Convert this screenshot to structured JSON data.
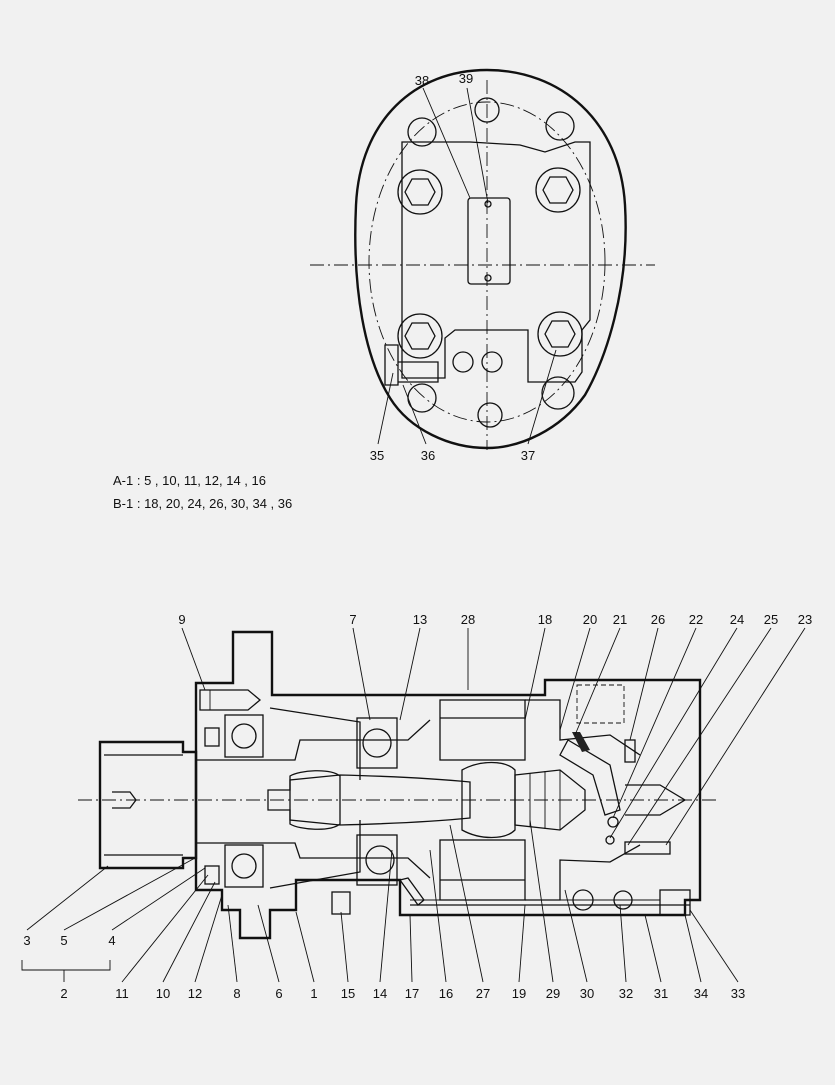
{
  "legend": {
    "line1": "A-1 : 5 , 10, 11, 12, 14 , 16",
    "line2": "B-1 : 18, 20, 24, 26, 30, 34 , 36"
  },
  "top_view": {
    "labels": {
      "p38": "38",
      "p39": "39",
      "p35": "35",
      "p36": "36",
      "p37": "37"
    }
  },
  "section_view": {
    "top_labels": {
      "p9": "9",
      "p7": "7",
      "p13": "13",
      "p28": "28",
      "p18": "18",
      "p20": "20",
      "p21": "21",
      "p26": "26",
      "p22": "22",
      "p24": "24",
      "p25": "25",
      "p23": "23"
    },
    "bottom_labels": {
      "p3": "3",
      "p5": "5",
      "p4": "4",
      "p2": "2",
      "p11": "11",
      "p10": "10",
      "p12": "12",
      "p8": "8",
      "p6": "6",
      "p1": "1",
      "p15": "15",
      "p14": "14",
      "p17": "17",
      "p16": "16",
      "p27": "27",
      "p19": "19",
      "p29": "29",
      "p30": "30",
      "p32": "32",
      "p31": "31",
      "p34": "34",
      "p33": "33"
    }
  }
}
